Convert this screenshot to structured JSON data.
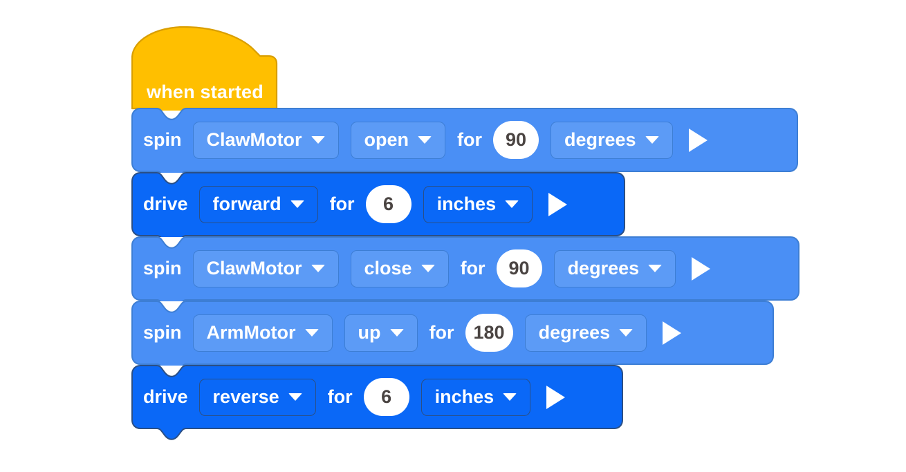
{
  "app": {
    "title": "Block-based robot program",
    "background_color": "#ffffff"
  },
  "palette": {
    "event_block_color": "#FFBF00",
    "event_block_stroke": "#D99E00",
    "spin_block_color": "#4A8FF5",
    "spin_block_stroke": "#3d7ed4",
    "spin_field_color": "#5C9BF6",
    "drive_block_color": "#0A68F7",
    "drive_block_stroke": "#2a4f86",
    "drive_field_color": "#0A68F7",
    "text_color": "#ffffff",
    "number_oval_color": "#ffffff",
    "number_text_color": "#4a4442"
  },
  "program": {
    "hat": {
      "label": "when started",
      "type": "event-hat"
    },
    "blocks": [
      {
        "id": "block-1",
        "type": "spin",
        "keyword": "spin",
        "motor": "ClawMotor",
        "direction": "open",
        "for_label": "for",
        "amount": "90",
        "unit": "degrees",
        "run_icon": "play-icon"
      },
      {
        "id": "block-2",
        "type": "drive",
        "keyword": "drive",
        "direction": "forward",
        "for_label": "for",
        "amount": "6",
        "unit": "inches",
        "run_icon": "play-icon"
      },
      {
        "id": "block-3",
        "type": "spin",
        "keyword": "spin",
        "motor": "ClawMotor",
        "direction": "close",
        "for_label": "for",
        "amount": "90",
        "unit": "degrees",
        "run_icon": "play-icon"
      },
      {
        "id": "block-4",
        "type": "spin",
        "keyword": "spin",
        "motor": "ArmMotor",
        "direction": "up",
        "for_label": "for",
        "amount": "180",
        "unit": "degrees",
        "run_icon": "play-icon"
      },
      {
        "id": "block-5",
        "type": "drive",
        "keyword": "drive",
        "direction": "reverse",
        "for_label": "for",
        "amount": "6",
        "unit": "inches",
        "run_icon": "play-icon"
      }
    ]
  }
}
